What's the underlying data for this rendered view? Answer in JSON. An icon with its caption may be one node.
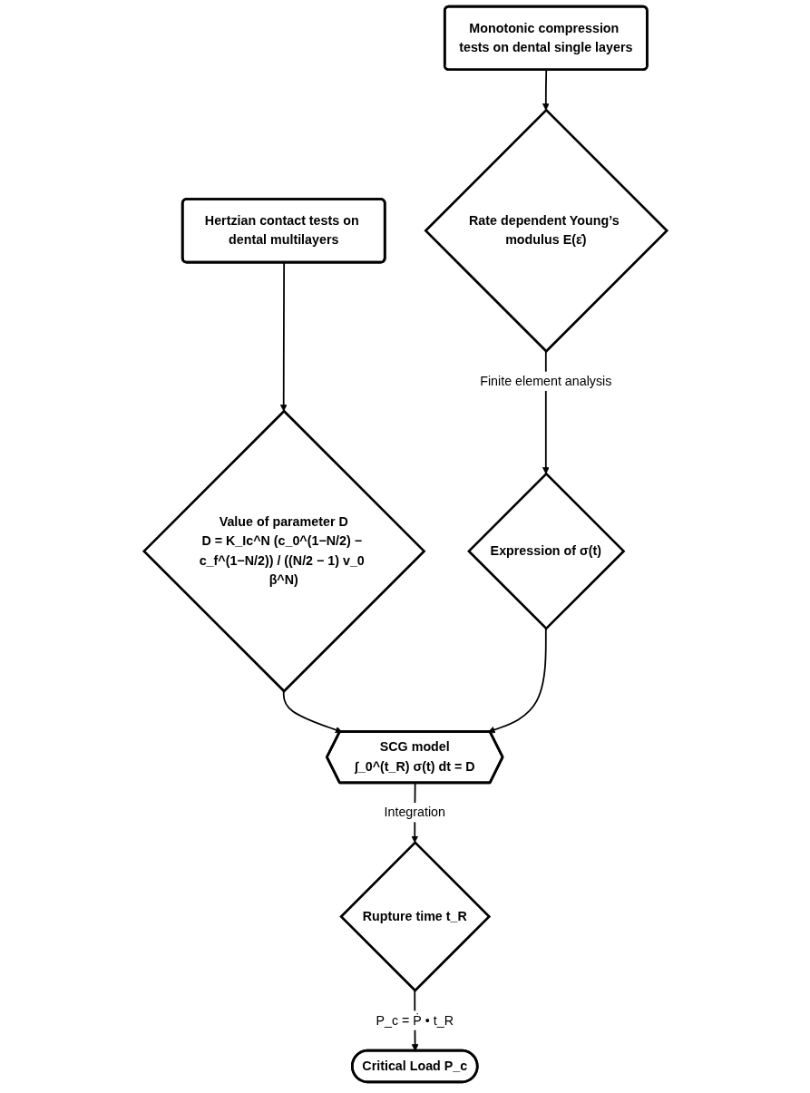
{
  "diagram": {
    "nodes": [
      {
        "text": [
          "Hertzian contact tests on dental multilayers"
        ]
      },
      {
        "text": [
          "Monotonic compression tests on dental single layers"
        ]
      },
      {
        "text": [
          "Value of parameter D",
          "D = K_Ic^N (c_0^(1−N/2) − c_f^(1−N/2)) / ((N/2 − 1) v_0 β^N)"
        ]
      },
      {
        "text": [
          "Rate dependent Young’s modulus E(ε̇)"
        ]
      },
      {
        "text": [
          "Expression of σ(t)"
        ]
      },
      {
        "text": [
          "SCG model",
          "∫_0^(t_R) σ(t) dt = D"
        ]
      },
      {
        "text": [
          "Rupture time t_R"
        ]
      },
      {
        "text": [
          "Critical Load P_c"
        ]
      }
    ],
    "edges": [
      {
        "from": 0,
        "to": 2,
        "arrow": "to"
      },
      {
        "from": 1,
        "to": 3,
        "arrow": "to"
      },
      {
        "from": 3,
        "to": 4,
        "arrow": "to",
        "label": "Finite element analysis"
      },
      {
        "from": 2,
        "to": 5,
        "arrow": "to"
      },
      {
        "from": 4,
        "to": 5,
        "arrow": "to"
      },
      {
        "from": 5,
        "to": 6,
        "arrow": "to",
        "label": "Integration"
      },
      {
        "from": 6,
        "to": 7,
        "arrow": "to",
        "label": "P_c = Ṗ • t_R"
      }
    ]
  }
}
